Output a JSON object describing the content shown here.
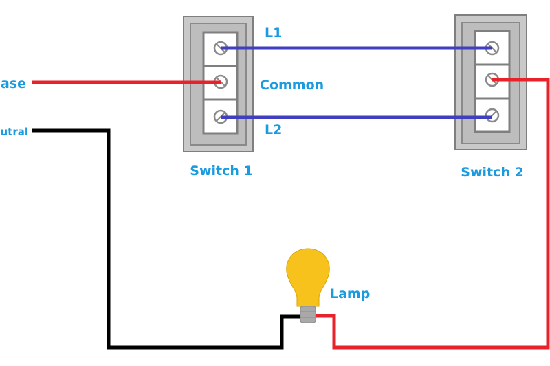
{
  "labels": {
    "phase": "Phase",
    "neutral": "Neutral",
    "l1": "L1",
    "common": "Common",
    "l2": "L2",
    "switch1": "Switch 1",
    "switch2": "Switch 2",
    "lamp": "Lamp"
  },
  "colors": {
    "label": "#1a9be0",
    "phase_wire": "#e8222a",
    "neutral_wire": "#000000",
    "traveler_wire": "#3f3fbf",
    "switch_outer": "#c9c9c9",
    "switch_border": "#7f7f7f",
    "terminal_block": "#ffffff",
    "bulb": "#f6c21b",
    "bulb_base": "#a9a9a9"
  },
  "icons": {
    "terminal": "screw-terminal-icon",
    "lamp": "light-bulb-icon"
  }
}
